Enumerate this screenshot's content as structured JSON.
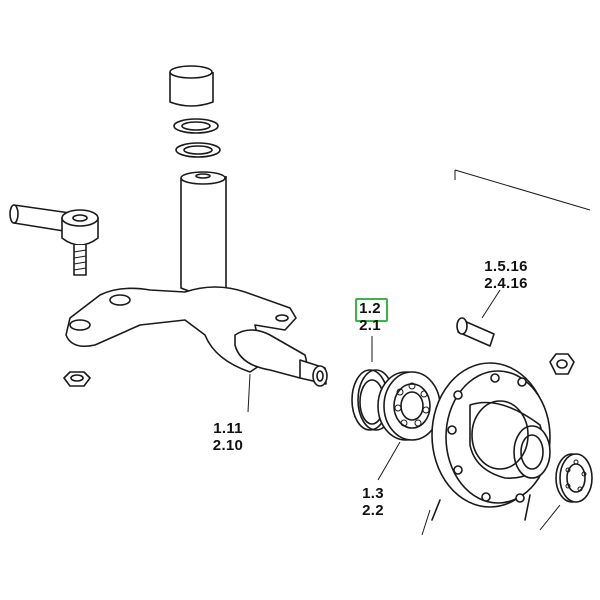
{
  "callouts": {
    "hub_bolt": {
      "line1": "1.5.16",
      "line2": "2.4.16"
    },
    "seal": {
      "line1": "1.2",
      "line2": "2.1"
    },
    "knuckle": {
      "line1": "1.11",
      "line2": "2.10"
    },
    "bearing": {
      "line1": "1.3",
      "line2": "2.2"
    }
  },
  "highlight_color": "#3bb54a",
  "line_color": "#1a1a1a"
}
